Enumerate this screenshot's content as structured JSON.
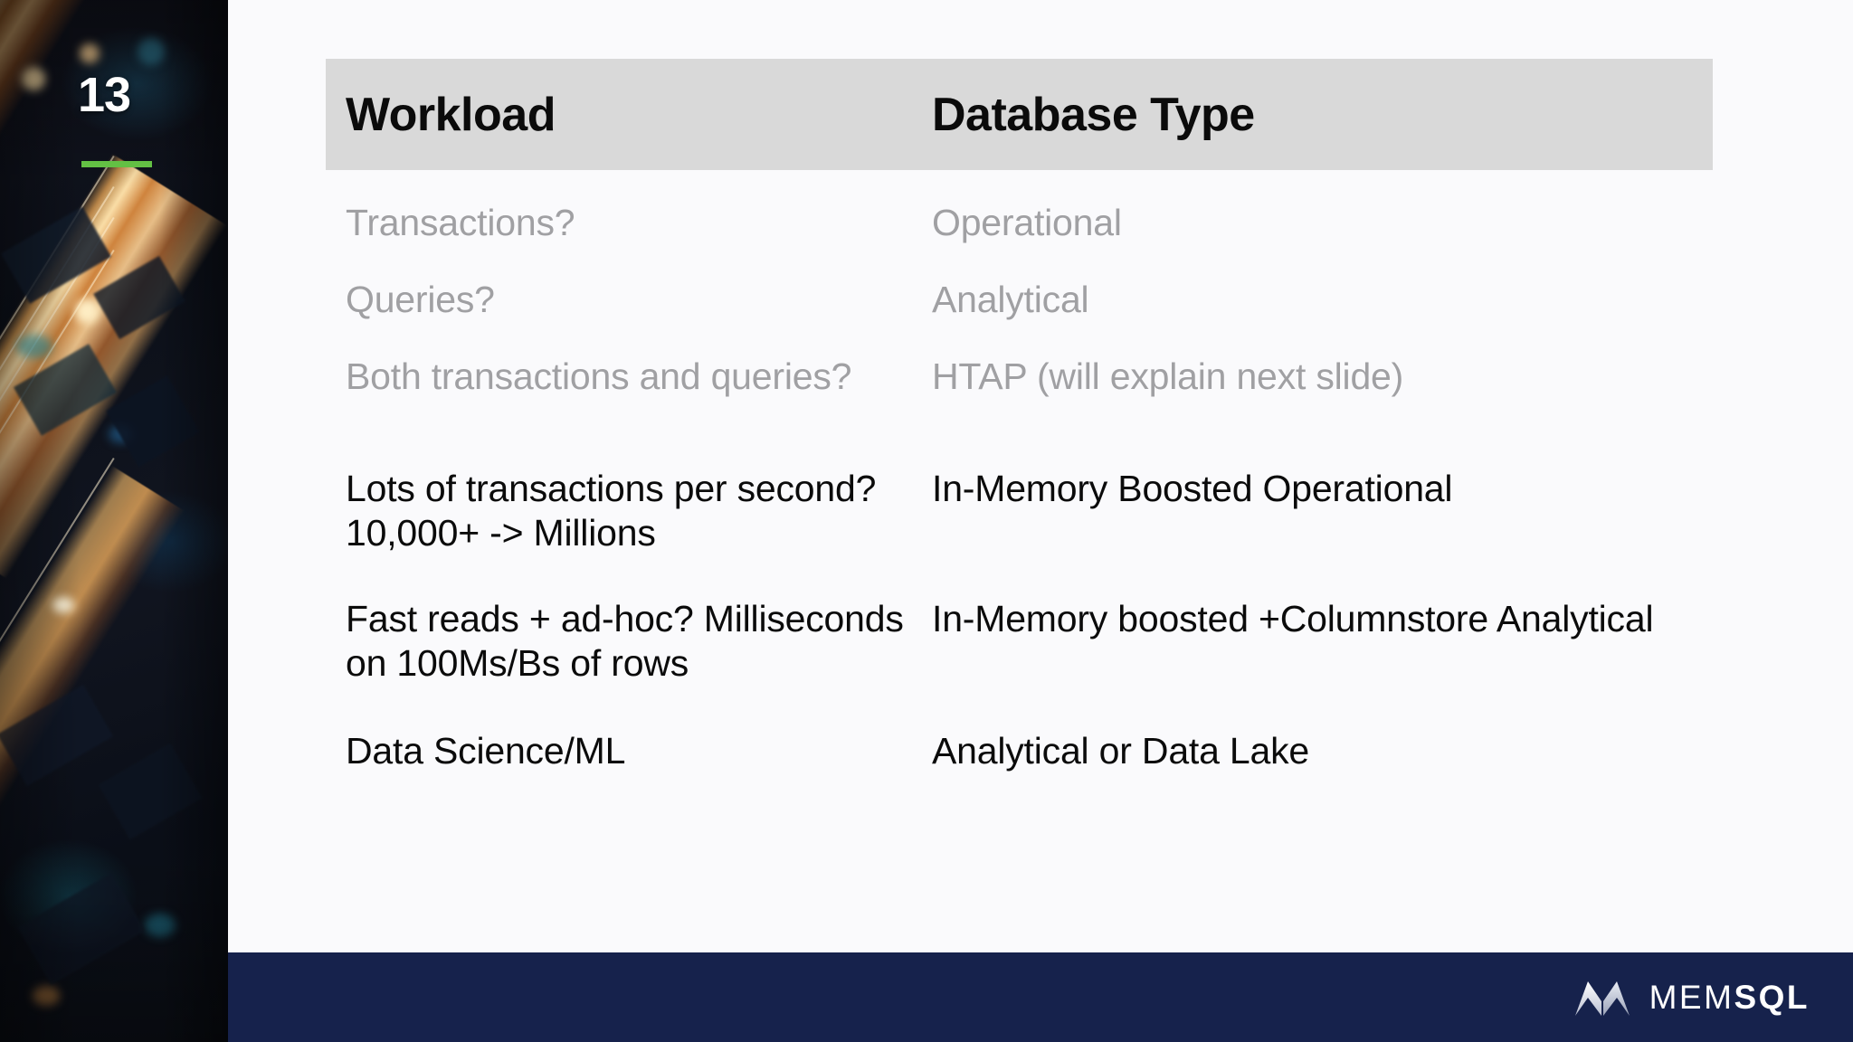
{
  "slide": {
    "number": "13",
    "accent_color": "#63C044",
    "background_color": "#FAFAFC",
    "footer_color": "#16224C",
    "header_band_color": "#D9D9D9",
    "muted_text_color": "#A0A0A3",
    "active_text_color": "#0B0B0B"
  },
  "table": {
    "headers": {
      "workload": "Workload",
      "database_type": "Database Type"
    },
    "rows": [
      {
        "workload": "Transactions?",
        "database_type": "Operational",
        "state": "muted"
      },
      {
        "workload": "Queries?",
        "database_type": "Analytical",
        "state": "muted"
      },
      {
        "workload": "Both transactions and queries?",
        "database_type": "HTAP (will explain next slide)",
        "state": "muted"
      },
      {
        "workload": "Lots of transactions per second? 10,000+ -> Millions",
        "database_type": "In-Memory Boosted Operational",
        "state": "active"
      },
      {
        "workload": "Fast reads + ad-hoc? Milliseconds on 100Ms/Bs of rows",
        "database_type": "In-Memory boosted +Columnstore Analytical",
        "state": "active"
      },
      {
        "workload": "Data Science/ML",
        "database_type": "Analytical or Data Lake",
        "state": "active"
      }
    ]
  },
  "footer": {
    "logo_mark": "memsql-chevron-icon",
    "logo_text_light": "MEM",
    "logo_text_bold": "SQL"
  }
}
